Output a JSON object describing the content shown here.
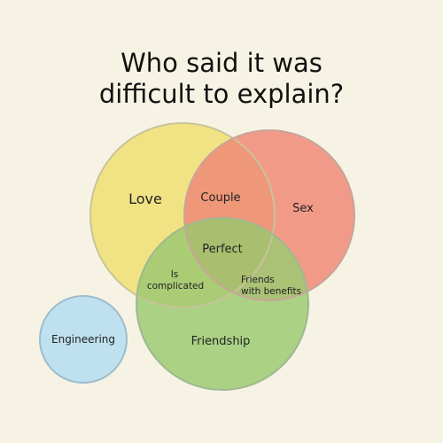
{
  "title": {
    "line1": "Who said it was",
    "line2": "difficult to explain?"
  },
  "sets": {
    "love": {
      "label": "Love",
      "color": "#f6eda4",
      "stroke": "#c9c39a"
    },
    "sex": {
      "label": "Sex",
      "color": "#f6b7a8",
      "stroke": "#c9a49a"
    },
    "friendship": {
      "label": "Friendship",
      "color": "#c4e0a4",
      "stroke": "#9fb890"
    },
    "engineering": {
      "label": "Engineering",
      "color": "#bfe0ef",
      "stroke": "#9dbccc"
    }
  },
  "intersections": {
    "love_sex": "Couple",
    "love_friendship": [
      "Is",
      "complicated"
    ],
    "sex_friendship": [
      "Friends",
      "with benefits"
    ],
    "all": "Perfect"
  }
}
